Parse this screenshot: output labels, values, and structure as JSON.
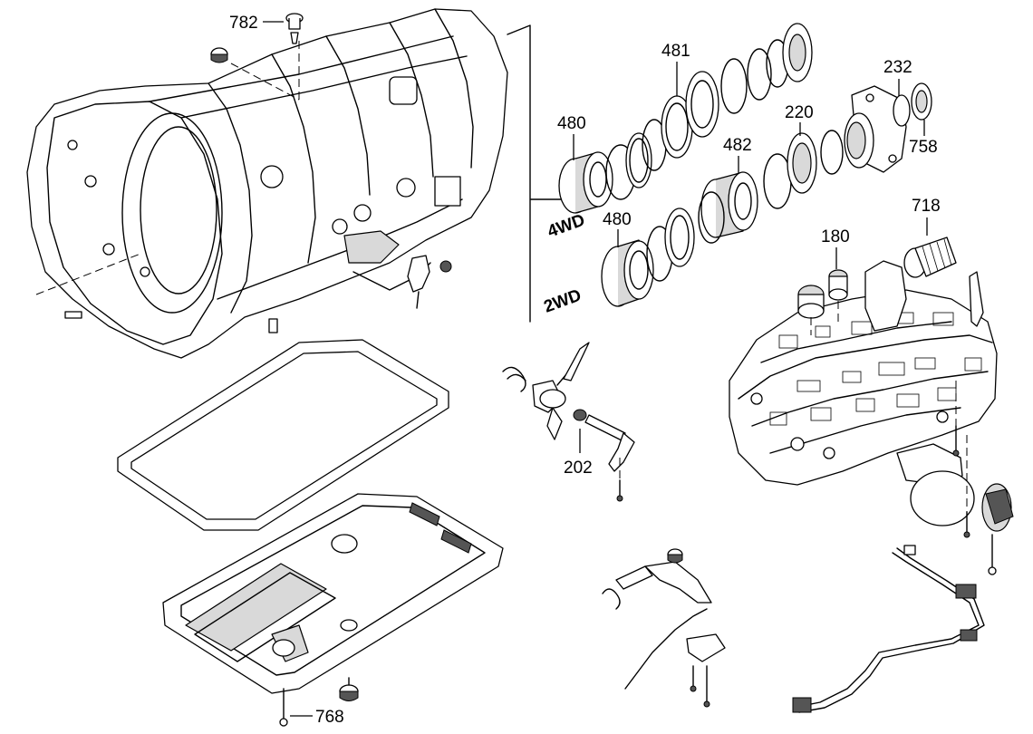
{
  "callouts": {
    "p782": "782",
    "p481": "481",
    "p232": "232",
    "p480_top": "480",
    "p220": "220",
    "p758": "758",
    "p482": "482",
    "p718": "718",
    "p480_bottom": "480",
    "p180": "180",
    "p202": "202",
    "p768": "768"
  },
  "variants": {
    "four_wd": "4WD",
    "two_wd": "2WD"
  }
}
